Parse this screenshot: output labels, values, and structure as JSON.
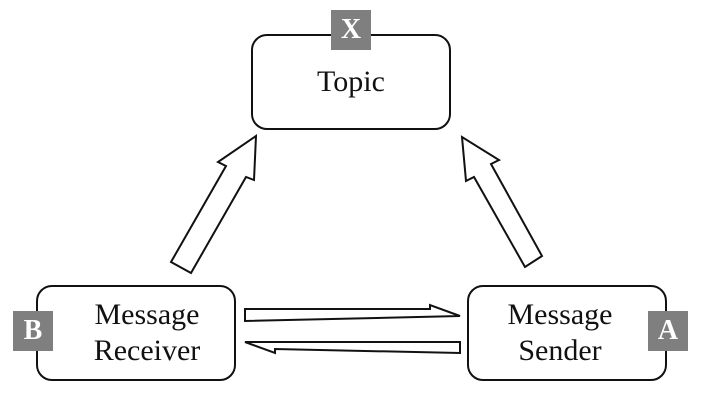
{
  "nodes": {
    "topic": {
      "label": "Topic",
      "badge": "X"
    },
    "receiver": {
      "line1": "Message",
      "line2": "Receiver",
      "badge": "B"
    },
    "sender": {
      "line1": "Message",
      "line2": "Sender",
      "badge": "A"
    }
  },
  "edges": [
    {
      "from": "receiver",
      "to": "topic"
    },
    {
      "from": "sender",
      "to": "topic"
    },
    {
      "from": "receiver",
      "to": "sender"
    },
    {
      "from": "sender",
      "to": "receiver"
    }
  ],
  "colors": {
    "stroke": "#111111",
    "badge": "#7f7f7f",
    "badge_text": "#ffffff"
  }
}
